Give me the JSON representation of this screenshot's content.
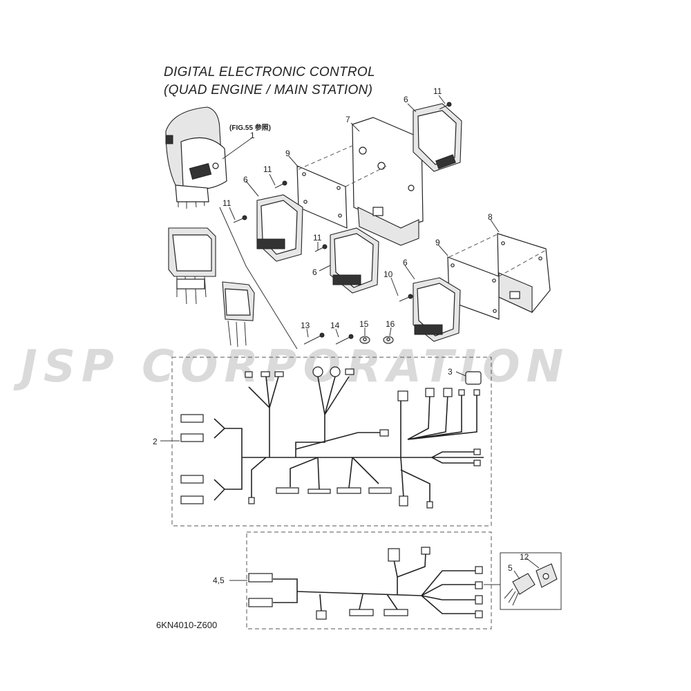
{
  "title_line1": "DIGITAL ELECTRONIC CONTROL",
  "title_line2": "(QUAD ENGINE / MAIN STATION)",
  "figure_ref": "(FIG.55 参照)",
  "diagram_code": "6KN4010-Z600",
  "watermark": "JSP CORPORATION",
  "callouts": {
    "c1": "1",
    "c2": "2",
    "c3": "3",
    "c45": "4,5",
    "c5": "5",
    "c6a": "6",
    "c6b": "6",
    "c6c": "6",
    "c6d": "6",
    "c7": "7",
    "c8": "8",
    "c9a": "9",
    "c9b": "9",
    "c10": "10",
    "c11a": "11",
    "c11b": "11",
    "c11c": "11",
    "c11d": "11",
    "c12": "12",
    "c13": "13",
    "c14": "14",
    "c15": "15",
    "c16": "16"
  }
}
